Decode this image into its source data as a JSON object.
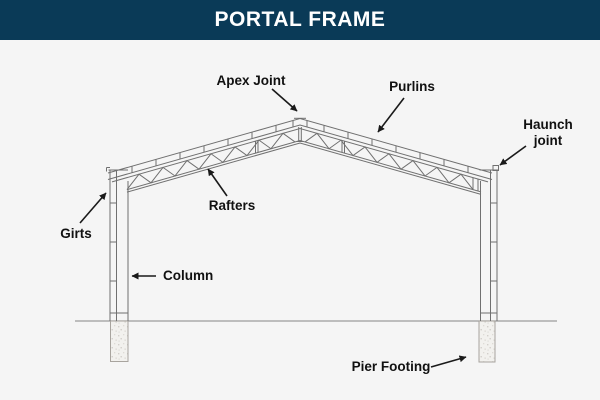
{
  "header": {
    "title": "PORTAL FRAME",
    "background_color": "#0a3a57",
    "text_color": "#ffffff"
  },
  "canvas": {
    "background_color": "#f5f5f5"
  },
  "diagram": {
    "subject": "portal-frame-structure",
    "labels": {
      "apex_joint": "Apex Joint",
      "purlins": "Purlins",
      "haunch_joint_line1": "Haunch",
      "haunch_joint_line2": "joint",
      "rafters": "Rafters",
      "girts": "Girts",
      "column": "Column",
      "pier_footing": "Pier Footing"
    },
    "colors": {
      "structure_line": "#707070",
      "ground_line": "#9c9c9c",
      "label_text": "#111111",
      "arrow": "#1a1a1a",
      "footing_fill": "#f2f1ee",
      "footing_border": "#a8a49e"
    }
  }
}
